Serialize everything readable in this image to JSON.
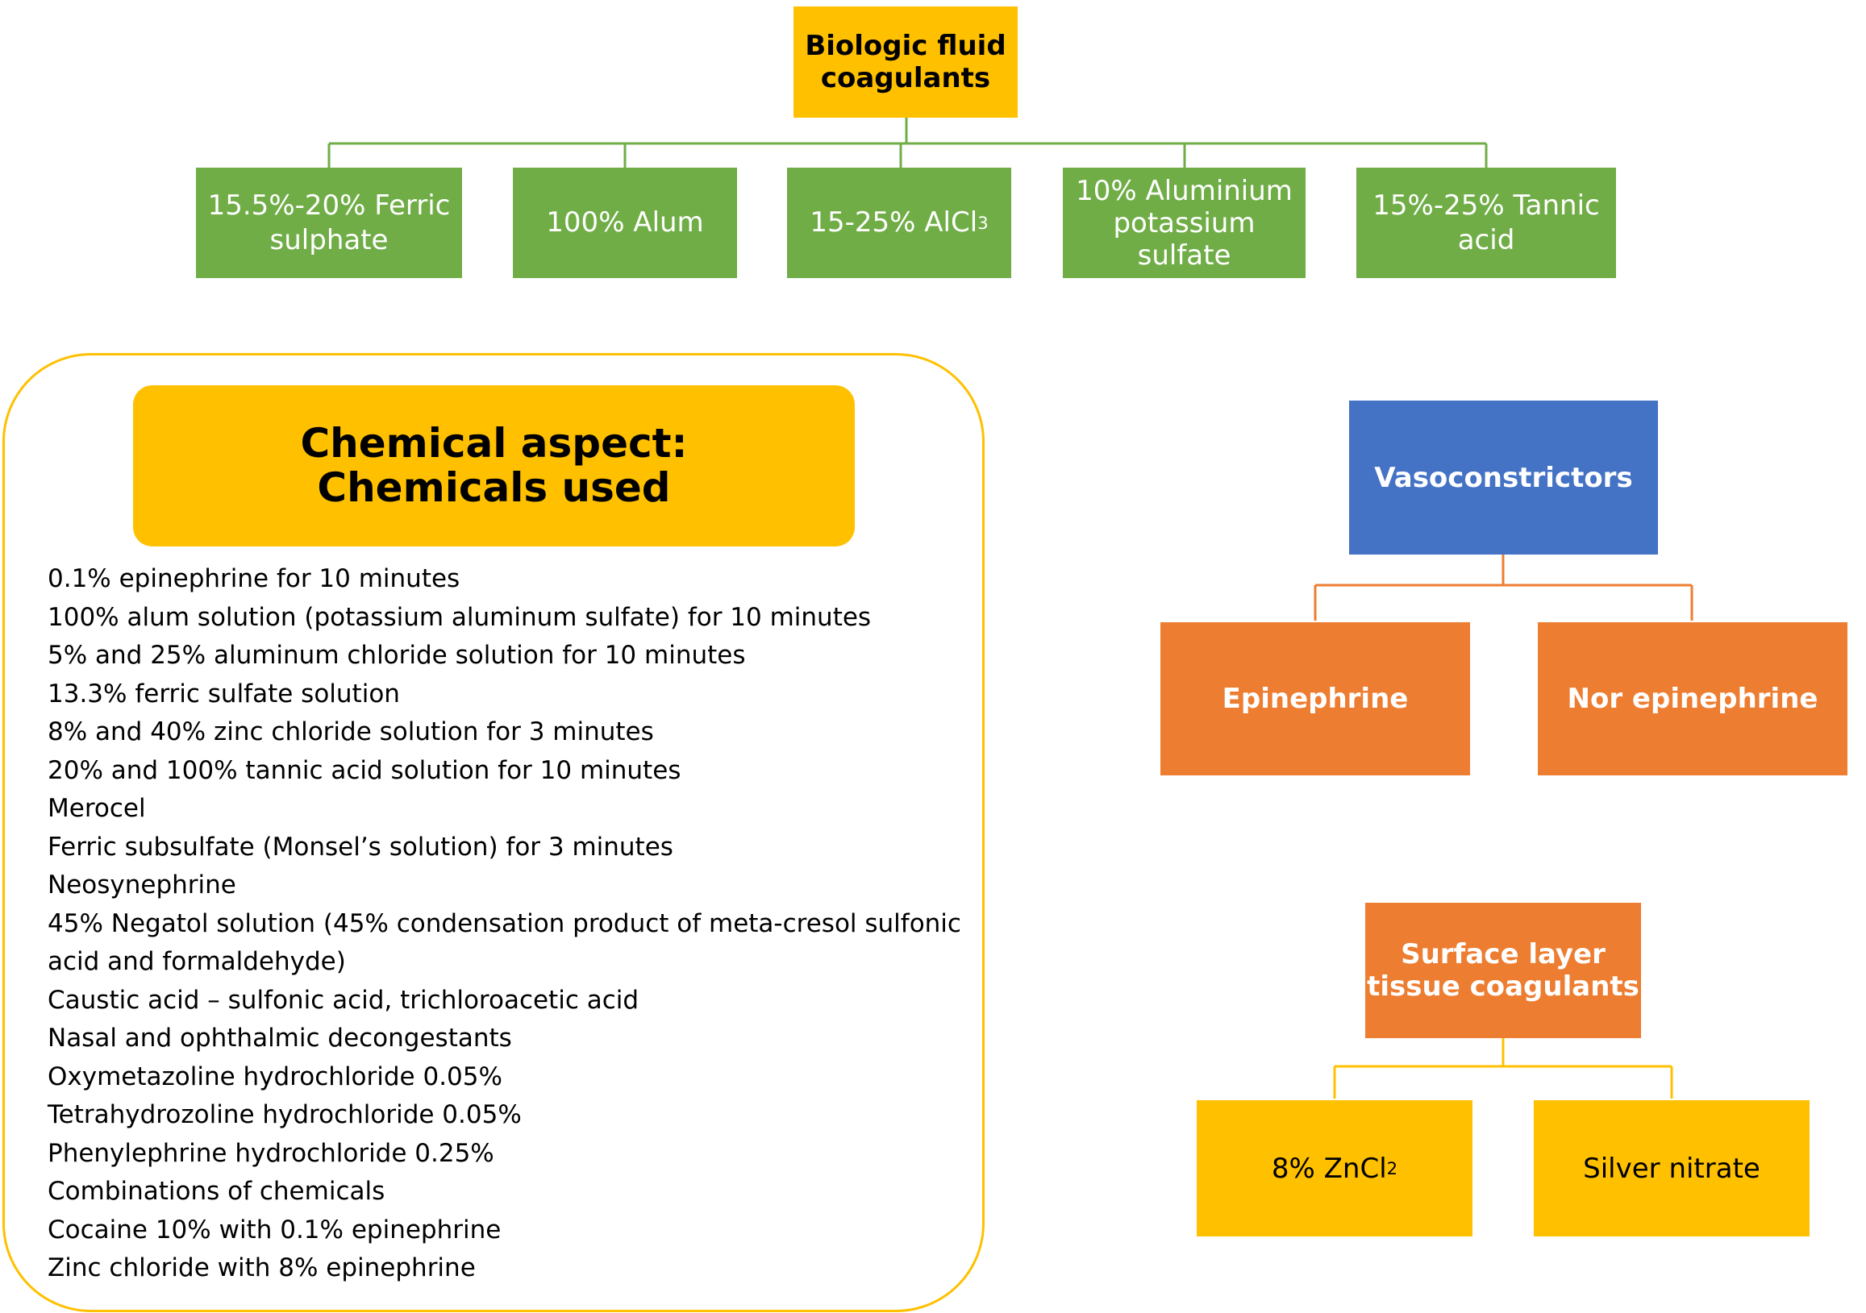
{
  "biologic": {
    "title": "Biologic fluid\ncoagulants",
    "children": [
      {
        "text": "15.5%-20% Ferric\nsulphate"
      },
      {
        "text": "100% Alum"
      },
      {
        "text": "15-25% AlCl",
        "sub": "3"
      },
      {
        "text": "10% Aluminium\npotassium sulfate"
      },
      {
        "text": "15%-25% Tannic\nacid"
      }
    ]
  },
  "chemical": {
    "title": "Chemical aspect:\nChemicals used",
    "items": [
      "0.1% epinephrine for 10 minutes",
      "100% alum solution (potassium aluminum sulfate) for 10 minutes",
      "5% and 25% aluminum chloride solution for 10 minutes",
      "13.3% ferric sulfate solution",
      "8% and 40% zinc chloride solution for 3 minutes",
      "20% and 100% tannic acid solution for 10 minutes",
      "Merocel",
      "Ferric subsulfate (Monsel’s solution) for 3 minutes",
      "Neosynephrine",
      "45% Negatol solution (45% condensation product of meta-cresol sulfonic",
      "acid and formaldehyde)",
      "Caustic acid – sulfonic acid, trichloroacetic acid",
      "Nasal and ophthalmic decongestants",
      "Oxymetazoline hydrochloride 0.05%",
      "Tetrahydrozoline hydrochloride 0.05%",
      "Phenylephrine hydrochloride 0.25%",
      "Combinations of chemicals",
      "Cocaine 10% with 0.1% epinephrine",
      "Zinc chloride with 8% epinephrine"
    ]
  },
  "vasoconstrictors": {
    "title": "Vasoconstrictors",
    "children": [
      "Epinephrine",
      "Nor epinephrine"
    ]
  },
  "surface": {
    "title": "Surface layer\ntissue coagulants",
    "children": [
      {
        "text": "8% ZnCl",
        "sub": "2"
      },
      {
        "text": "Silver nitrate"
      }
    ]
  },
  "colors": {
    "yellow": "#FFC000",
    "green": "#70AD47",
    "blue": "#4472C4",
    "orange": "#ED7D31"
  }
}
